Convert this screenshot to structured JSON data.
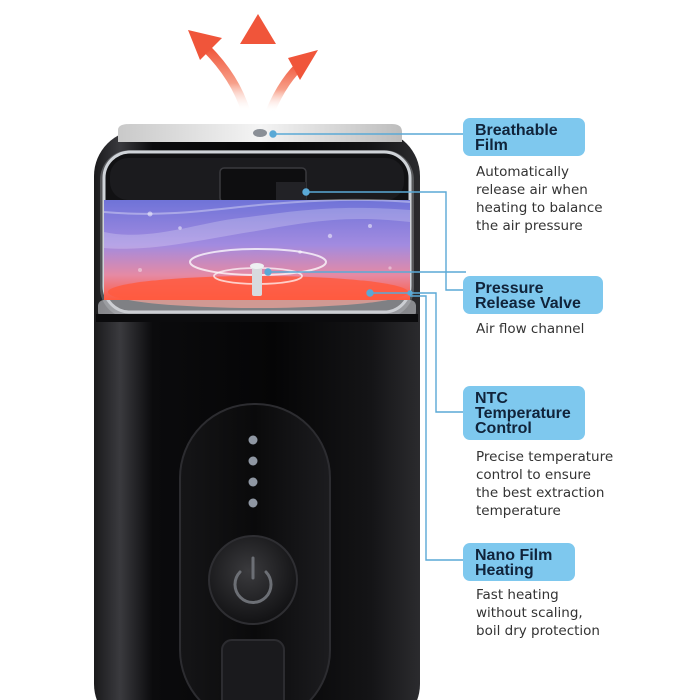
{
  "features": [
    {
      "title_lines": [
        "Breathable",
        "Film"
      ],
      "desc_lines": [
        "Automatically",
        "release air when",
        "heating to balance",
        "the air pressure"
      ]
    },
    {
      "title_lines": [
        "Pressure",
        "Release Valve"
      ],
      "desc_lines": [
        "Air flow channel"
      ]
    },
    {
      "title_lines": [
        "NTC",
        "Temperature",
        "Control"
      ],
      "desc_lines": [
        "Precise temperature",
        "control to ensure",
        "the best extraction",
        "temperature"
      ]
    },
    {
      "title_lines": [
        "Nano Film",
        "Heating"
      ],
      "desc_lines": [
        "Fast heating",
        "without scaling,",
        "boil dry protection"
      ]
    }
  ],
  "colors": {
    "label_fill": "#7ec8ee",
    "leader_line": "#5aa9d6",
    "arrow": "#f26a4b",
    "body": "#0c0c0e",
    "water": "#8d86e8",
    "heat": "#ff6a50"
  },
  "device": {
    "indicator_leds": 4,
    "icons": [
      "steam-arrows-icon",
      "power-icon"
    ]
  }
}
